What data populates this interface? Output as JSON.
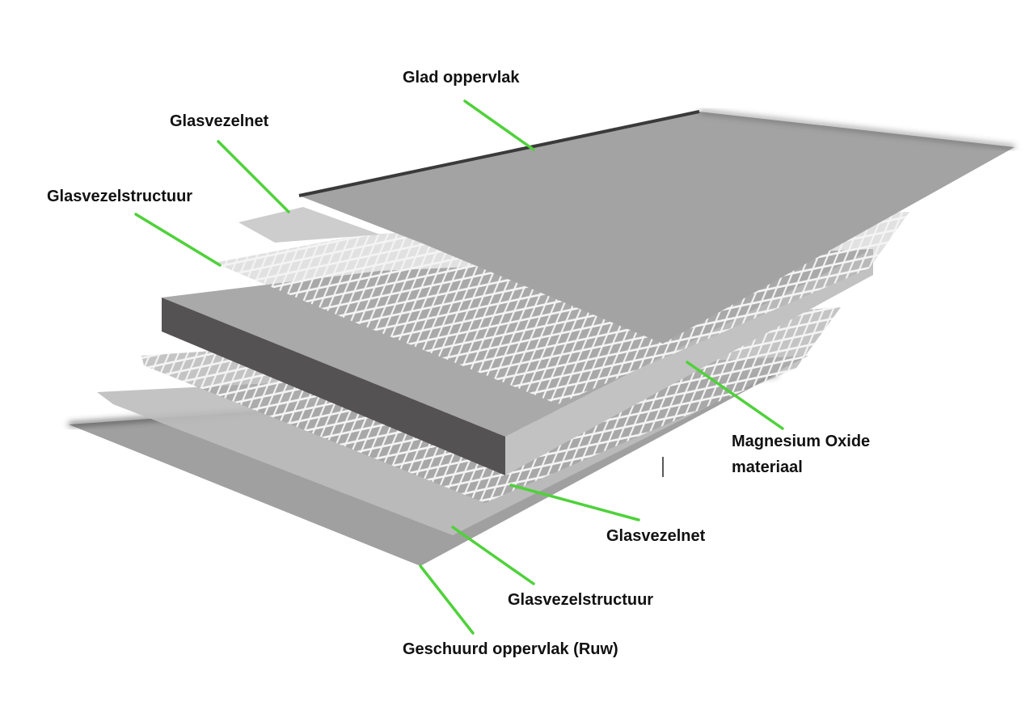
{
  "colors": {
    "leader": "#4fd13a",
    "sheet": "#a3a3a3",
    "board_front": "#555254",
    "board_top": "#a9a9a9",
    "board_side": "#c4c4c4"
  },
  "labels": {
    "glad_oppervlak": "Glad oppervlak",
    "glasvezelnet_top": "Glasvezelnet",
    "glasvezelstructuur_top": "Glasvezelstructuur",
    "magnesium_line1": "Magnesium Oxide",
    "magnesium_line2": "materiaal",
    "glasvezelnet_bottom": "Glasvezelnet",
    "glasvezelstructuur_bottom": "Glasvezelstructuur",
    "geschuurd_oppervlak": "Geschuurd oppervlak (Ruw)"
  }
}
